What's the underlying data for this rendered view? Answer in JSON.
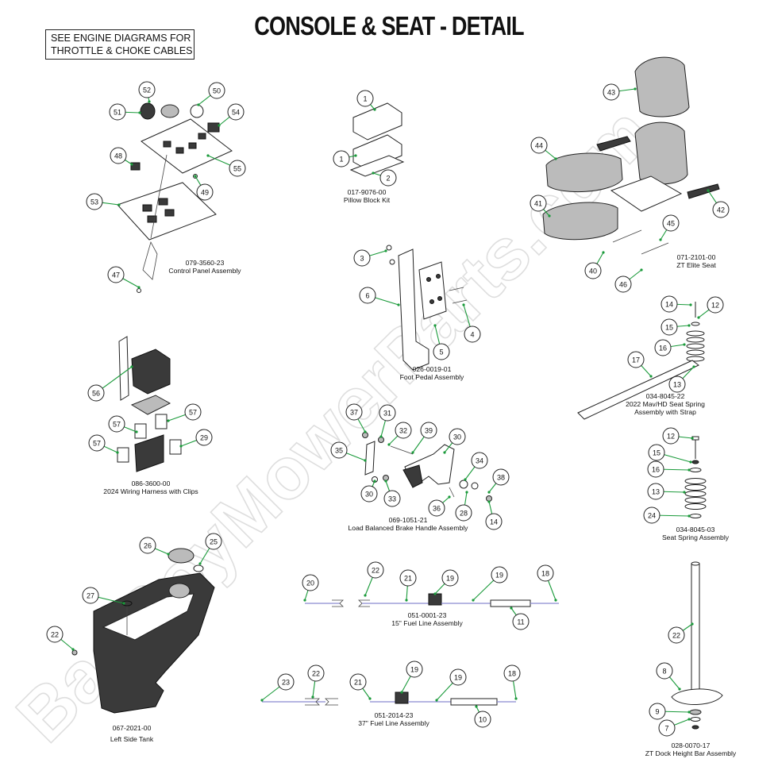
{
  "title": "CONSOLE & SEAT - DETAIL",
  "note": {
    "line1": "SEE ENGINE DIAGRAMS FOR",
    "line2": "THROTTLE & CHOKE CABLES"
  },
  "watermark": "BadBoyMowerParts.com",
  "assemblies": [
    {
      "part_number": "079-3560-23",
      "name": "Control Panel Assembly"
    },
    {
      "part_number": "017-9076-00",
      "name": "Pillow Block Kit"
    },
    {
      "part_number": "071-2101-00",
      "name": "ZT Elite Seat"
    },
    {
      "part_number": "026-0019-01",
      "name": "Foot Pedal Assembly"
    },
    {
      "part_number": "034-8045-22",
      "name": "2022 Mav/HD Seat Spring",
      "name2": "Assembly with Strap"
    },
    {
      "part_number": "086-3600-00",
      "name": "2024 Wiring Harness with Clips"
    },
    {
      "part_number": "069-1051-21",
      "name": "Load Balanced Brake Handle Assembly"
    },
    {
      "part_number": "034-8045-03",
      "name": "Seat Spring Assembly"
    },
    {
      "part_number": "051-0001-23",
      "name": "15\" Fuel Line Assembly"
    },
    {
      "part_number": "067-2021-00",
      "name": "Left Side Tank"
    },
    {
      "part_number": "051-2014-23",
      "name": "37\" Fuel Line Assembly"
    },
    {
      "part_number": "028-0070-17",
      "name": "ZT Dock Height Bar Assembly"
    }
  ],
  "callouts": [
    "52",
    "50",
    "51",
    "54",
    "48",
    "55",
    "49",
    "53",
    "47",
    "1",
    "1",
    "2",
    "3",
    "6",
    "4",
    "5",
    "43",
    "44",
    "42",
    "41",
    "45",
    "40",
    "46",
    "14",
    "12",
    "15",
    "16",
    "17",
    "13",
    "56",
    "57",
    "57",
    "57",
    "29",
    "37",
    "31",
    "32",
    "39",
    "30",
    "35",
    "34",
    "38",
    "30",
    "33",
    "36",
    "28",
    "14",
    "12",
    "15",
    "16",
    "13",
    "24",
    "26",
    "25",
    "27",
    "22",
    "20",
    "22",
    "21",
    "19",
    "19",
    "18",
    "11",
    "22",
    "23",
    "22",
    "21",
    "19",
    "19",
    "18",
    "10",
    "8",
    "9",
    "7"
  ]
}
